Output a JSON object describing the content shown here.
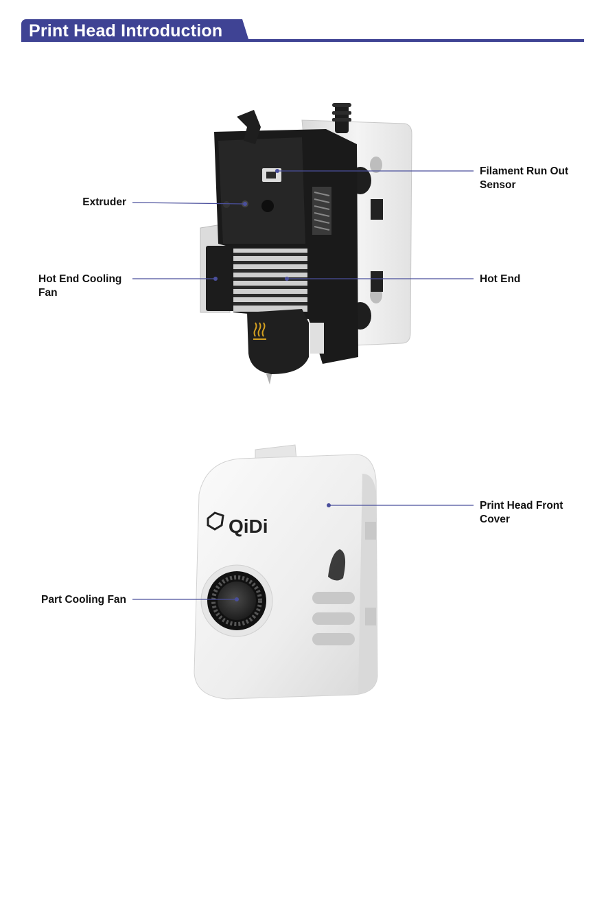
{
  "header": {
    "title": "Print Head Introduction",
    "accent_color": "#3f4394"
  },
  "figure_top": {
    "labels": {
      "extruder": "Extruder",
      "hot_end_cooling_fan": "Hot End Cooling\nFan",
      "filament_run_out_sensor": "Filament Run Out\nSensor",
      "hot_end": "Hot End"
    }
  },
  "figure_bottom": {
    "brand_logo_text": "QiDi",
    "labels": {
      "print_head_front_cover": "Print Head Front\nCover",
      "part_cooling_fan": "Part Cooling Fan"
    }
  },
  "leader_line_color": "#4a4f9c"
}
